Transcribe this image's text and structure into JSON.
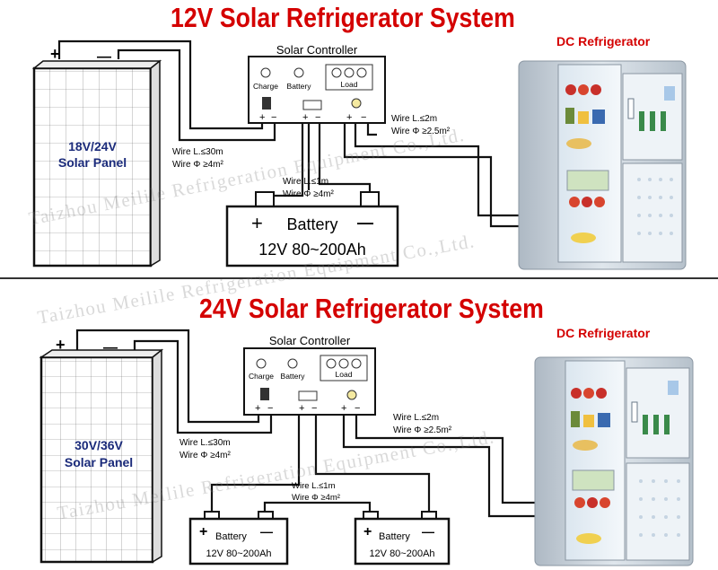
{
  "top": {
    "title": "12V Solar Refrigerator System",
    "fridge_label": "DC Refrigerator",
    "panel_label": [
      "18V/24V",
      "Solar Panel"
    ],
    "controller_title": "Solar Controller",
    "controller_labels": {
      "charge": "Charge",
      "battery": "Battery",
      "load": "Load"
    },
    "panel_plus": "+",
    "panel_minus": "—",
    "terminal_marks": [
      "+",
      "−",
      "+",
      "−",
      "+",
      "−"
    ],
    "wire_panel": [
      "Wire L.≤30m",
      "Wire Φ ≥4m²"
    ],
    "wire_battery": [
      "Wire L.≤1m",
      "Wire Φ ≥4m²"
    ],
    "wire_fridge": [
      "Wire L.≤2m",
      "Wire Φ ≥2.5m²"
    ],
    "battery": {
      "plus": "+",
      "name": "Battery",
      "minus": "—",
      "spec": "12V 80~200Ah"
    }
  },
  "bottom": {
    "title": "24V Solar Refrigerator System",
    "fridge_label": "DC Refrigerator",
    "panel_label": [
      "30V/36V",
      "Solar Panel"
    ],
    "controller_title": "Solar Controller",
    "controller_labels": {
      "charge": "Charge",
      "battery": "Battery",
      "load": "Load"
    },
    "panel_plus": "+",
    "panel_minus": "—",
    "terminal_marks": [
      "+",
      "−",
      "+",
      "−",
      "+",
      "−"
    ],
    "wire_panel": [
      "Wire L.≤30m",
      "Wire Φ ≥4m²"
    ],
    "wire_battery": [
      "Wire L.≤1m",
      "Wire Φ ≥4m²"
    ],
    "wire_fridge": [
      "Wire L.≤2m",
      "Wire Φ ≥2.5m²"
    ],
    "battery1": {
      "plus": "+",
      "name": "Battery",
      "minus": "—",
      "spec": "12V 80~200Ah"
    },
    "battery2": {
      "plus": "+",
      "name": "Battery",
      "minus": "—",
      "spec": "12V 80~200Ah"
    }
  },
  "watermark": "Taizhou Meilile Refrigeration Equipment Co.,Ltd.",
  "colors": {
    "title": "#d40000",
    "wire": "#111111",
    "panel_text": "#1a2a7a",
    "fridge_body": "#c9d3dc"
  },
  "icons": [
    "solar-panel-icon",
    "battery-icon",
    "bulb-icon",
    "refrigerator-icon"
  ]
}
